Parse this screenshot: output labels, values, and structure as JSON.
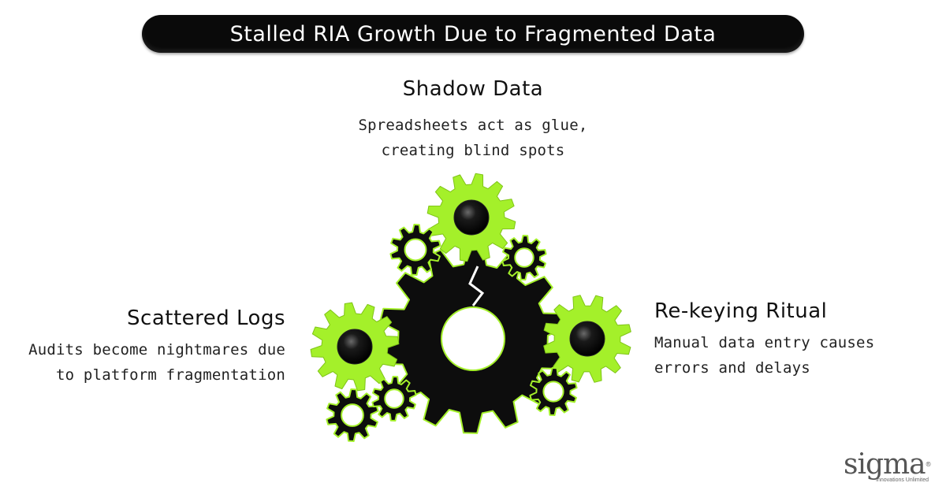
{
  "title": "Stalled RIA Growth Due to Fragmented Data",
  "nodes": {
    "top": {
      "heading": "Shadow Data",
      "lines": [
        "Spreadsheets act as glue,",
        "creating blind spots"
      ]
    },
    "left": {
      "heading": "Scattered Logs",
      "lines": [
        "Audits become nightmares due",
        "to platform fragmentation"
      ]
    },
    "right": {
      "heading": "Re-keying Ritual",
      "lines": [
        "Manual data entry causes",
        "errors and delays"
      ]
    }
  },
  "logo": {
    "word": "sigma",
    "tagline": "Innovations Unlimited"
  },
  "colors": {
    "accent": "#a4f02a",
    "gear_dark": "#0d0d0d",
    "title_bg": "#0a0a0a"
  }
}
